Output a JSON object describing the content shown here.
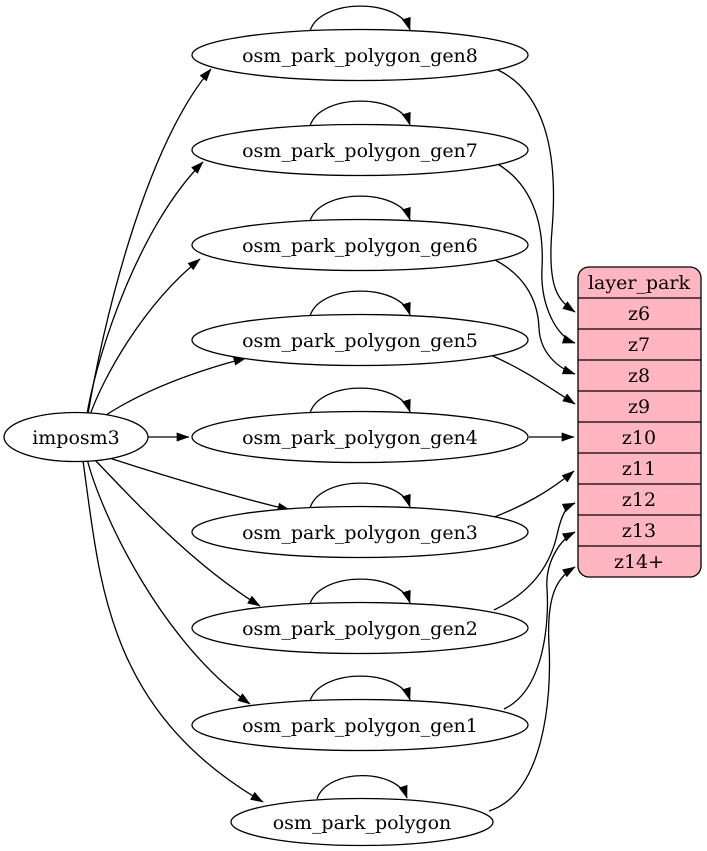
{
  "nodes": {
    "source": {
      "label": "imposm3"
    },
    "tables": [
      {
        "label": "osm_park_polygon_gen8"
      },
      {
        "label": "osm_park_polygon_gen7"
      },
      {
        "label": "osm_park_polygon_gen6"
      },
      {
        "label": "osm_park_polygon_gen5"
      },
      {
        "label": "osm_park_polygon_gen4"
      },
      {
        "label": "osm_park_polygon_gen3"
      },
      {
        "label": "osm_park_polygon_gen2"
      },
      {
        "label": "osm_park_polygon_gen1"
      },
      {
        "label": "osm_park_polygon"
      }
    ],
    "layer": {
      "title": "layer_park",
      "rows": [
        "z6",
        "z7",
        "z8",
        "z9",
        "z10",
        "z11",
        "z12",
        "z13",
        "z14+"
      ]
    }
  },
  "edges": {
    "from_source_to": [
      "osm_park_polygon_gen8",
      "osm_park_polygon_gen7",
      "osm_park_polygon_gen6",
      "osm_park_polygon_gen5",
      "osm_park_polygon_gen4",
      "osm_park_polygon_gen3",
      "osm_park_polygon_gen2",
      "osm_park_polygon_gen1",
      "osm_park_polygon"
    ],
    "self_loops_on": [
      "osm_park_polygon_gen8",
      "osm_park_polygon_gen7",
      "osm_park_polygon_gen6",
      "osm_park_polygon_gen5",
      "osm_park_polygon_gen4",
      "osm_park_polygon_gen3",
      "osm_park_polygon_gen2",
      "osm_park_polygon_gen1",
      "osm_park_polygon"
    ],
    "to_layer_rows": [
      {
        "from": "osm_park_polygon_gen8",
        "to": "z6"
      },
      {
        "from": "osm_park_polygon_gen7",
        "to": "z7"
      },
      {
        "from": "osm_park_polygon_gen6",
        "to": "z8"
      },
      {
        "from": "osm_park_polygon_gen5",
        "to": "z9"
      },
      {
        "from": "osm_park_polygon_gen4",
        "to": "z10"
      },
      {
        "from": "osm_park_polygon_gen3",
        "to": "z11"
      },
      {
        "from": "osm_park_polygon_gen2",
        "to": "z12"
      },
      {
        "from": "osm_park_polygon_gen1",
        "to": "z13"
      },
      {
        "from": "osm_park_polygon",
        "to": "z14+"
      }
    ]
  },
  "colors": {
    "layer_fill": "#ffb6c1",
    "node_fill": "#ffffff",
    "stroke": "#000000"
  }
}
